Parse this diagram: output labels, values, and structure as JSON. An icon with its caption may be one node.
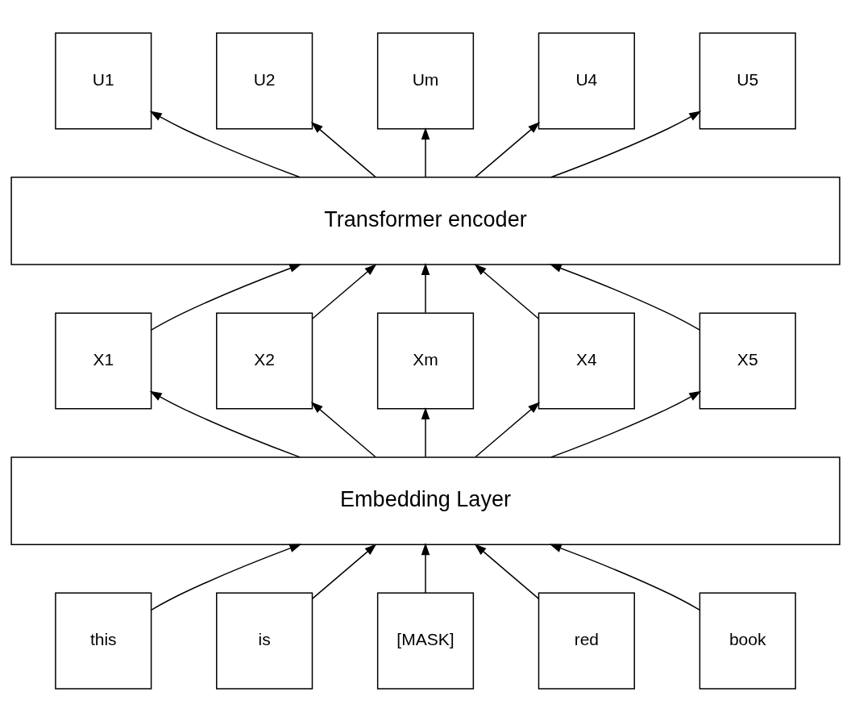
{
  "diagram": {
    "nodes": [
      {
        "text": [
          "U1"
        ]
      },
      {
        "text": [
          "U2"
        ]
      },
      {
        "text": [
          "Um"
        ]
      },
      {
        "text": [
          "U4"
        ]
      },
      {
        "text": [
          "U5"
        ]
      },
      {
        "text": [
          "Transformer encoder"
        ]
      },
      {
        "text": [
          "X1"
        ]
      },
      {
        "text": [
          "X2"
        ]
      },
      {
        "text": [
          "Xm"
        ]
      },
      {
        "text": [
          "X4"
        ]
      },
      {
        "text": [
          "X5"
        ]
      },
      {
        "text": [
          "Embedding Layer"
        ]
      },
      {
        "text": [
          "this"
        ]
      },
      {
        "text": [
          "is"
        ]
      },
      {
        "text": [
          "[MASK]"
        ]
      },
      {
        "text": [
          "red"
        ]
      },
      {
        "text": [
          "book"
        ]
      }
    ],
    "edges": [
      {
        "from": 12,
        "to": 11,
        "arrow": "to"
      },
      {
        "from": 13,
        "to": 11,
        "arrow": "to"
      },
      {
        "from": 14,
        "to": 11,
        "arrow": "to"
      },
      {
        "from": 15,
        "to": 11,
        "arrow": "to"
      },
      {
        "from": 16,
        "to": 11,
        "arrow": "to"
      },
      {
        "from": 11,
        "to": 6,
        "arrow": "to"
      },
      {
        "from": 11,
        "to": 7,
        "arrow": "to"
      },
      {
        "from": 11,
        "to": 8,
        "arrow": "to"
      },
      {
        "from": 11,
        "to": 9,
        "arrow": "to"
      },
      {
        "from": 11,
        "to": 10,
        "arrow": "to"
      },
      {
        "from": 6,
        "to": 5,
        "arrow": "to"
      },
      {
        "from": 7,
        "to": 5,
        "arrow": "to"
      },
      {
        "from": 8,
        "to": 5,
        "arrow": "to"
      },
      {
        "from": 9,
        "to": 5,
        "arrow": "to"
      },
      {
        "from": 10,
        "to": 5,
        "arrow": "to"
      },
      {
        "from": 5,
        "to": 0,
        "arrow": "to"
      },
      {
        "from": 5,
        "to": 1,
        "arrow": "to"
      },
      {
        "from": 5,
        "to": 2,
        "arrow": "to"
      },
      {
        "from": 5,
        "to": 3,
        "arrow": "to"
      },
      {
        "from": 5,
        "to": 4,
        "arrow": "to"
      }
    ]
  }
}
